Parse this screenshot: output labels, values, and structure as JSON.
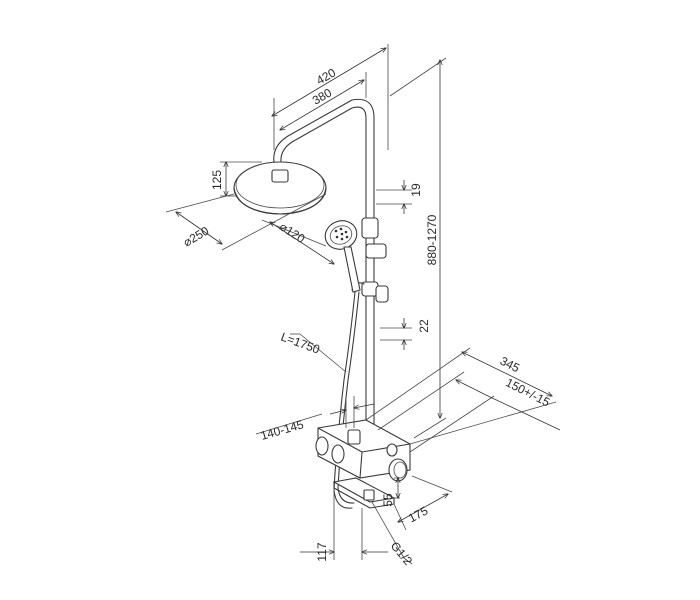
{
  "dimensions": {
    "d420": "420",
    "d380": "380",
    "d125": "125",
    "d250": "⌀250",
    "d120": "⌀120",
    "d19": "19",
    "d880": "880-1270",
    "d22": "22",
    "dL": "L=1750",
    "d345": "345",
    "d150": "150+/-15",
    "d140": "140-145",
    "d55": "55",
    "d175": "175",
    "d117": "117",
    "dG": "G1/2"
  }
}
